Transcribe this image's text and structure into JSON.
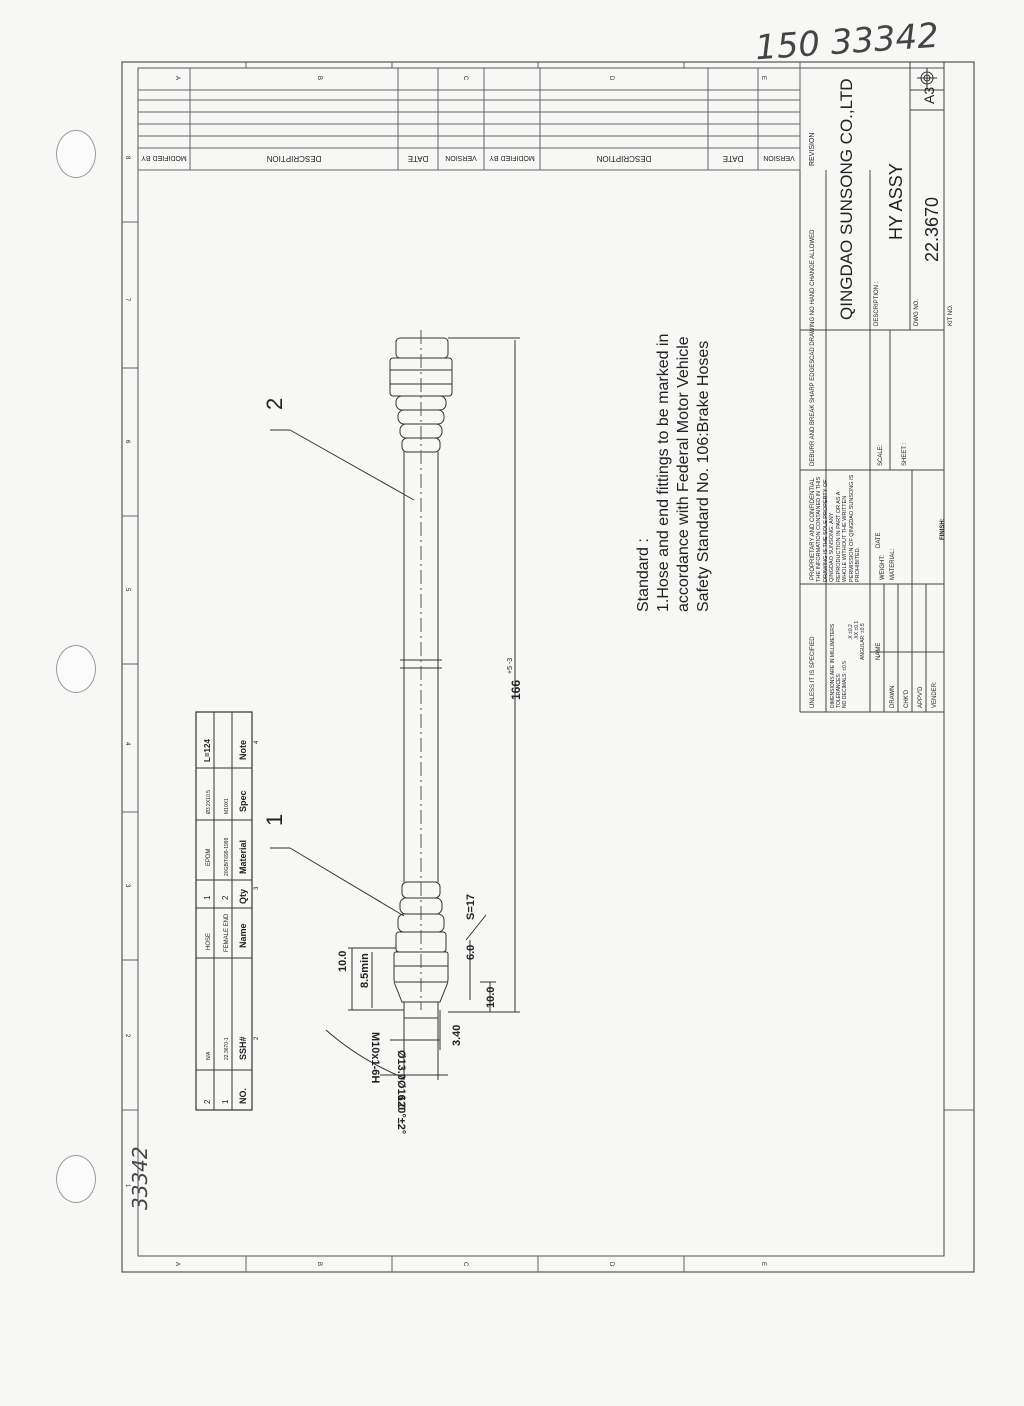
{
  "stamps": {
    "top_handwritten": "150  33342",
    "side_handwritten": "33342"
  },
  "revision_table": {
    "headers_left": [
      "MODIFIED BY",
      "DESCRIPTION",
      "DATE",
      "VERSION"
    ],
    "headers_right": [
      "MODIFIED BY",
      "DESCRIPTION",
      "DATE",
      "VERSION"
    ],
    "zone_letters": [
      "A",
      "B",
      "C",
      "D",
      "E"
    ],
    "zone_numbers": [
      "1",
      "2",
      "3",
      "4",
      "5",
      "6",
      "7",
      "8"
    ]
  },
  "notes": {
    "line1": "Standard :",
    "line2": "1.Hose and end fittings to be marked in",
    "line3": "accordance with Federal Motor Vehicle",
    "line4": "Safety Standard No. 106:Brake Hoses"
  },
  "dimensions": {
    "length": "166",
    "length_tol": "+5 -3",
    "d1": "10.0",
    "d2": "8.5min",
    "d3": "6.0",
    "d4": "10.0",
    "d5": "3.40",
    "hex": "S=17",
    "thread": "M10x1-6H",
    "dia1": "Ø13.0",
    "dia2": "Ø16.0",
    "angle": "120°±2°"
  },
  "balloons": {
    "b1": "1",
    "b2": "2"
  },
  "bom": {
    "headers": [
      "NO.",
      "SSH#",
      "Name",
      "Qty",
      "Material",
      "Spec",
      "Note"
    ],
    "rows": [
      [
        "1",
        "22.3670-1",
        "FEMALE END",
        "2",
        "20GB/T699-1999",
        "M10X1",
        ""
      ],
      [
        "2",
        "N/A",
        "HOSE",
        "1",
        "EPDM",
        "Ø3.2X10.5",
        "L=124"
      ]
    ],
    "col_numbers": [
      "2",
      "3",
      "4"
    ]
  },
  "title_block": {
    "company": "QINGDAO SUNSONG CO.,LTD",
    "cad_note": "CAD DRAWING NO HAND CHANGE ALLOWED",
    "revision": "REVISION",
    "description_label": "DESCRIPTION :",
    "description": "HY ASSY",
    "dwg_label": "DWG NO.",
    "dwg_no": "22.3670",
    "kit_label": "KIT NO.",
    "size": "A3",
    "deburr": "DEBURR AND BREAK SHARP EDGES",
    "scale": "SCALE:",
    "sheet": "SHEET :",
    "proprietary": "PROPRIETARY AND CONFIDENTIAL",
    "info": "THE INFORMATION CONTAINED IN THIS DRAWING IS THE SOLE PROPERTY OF QINGDAO SUNSONG. ANY REPRODUCTION IN PART OR AS A WHOLE WITHOUT THE WRITTEN PERMISSION OF QINGDAO SUNSONG IS PROHIBITED.",
    "unless": "UNLESS IT IS SPECIFIED",
    "tol1": "DIMENSIONS ARE IN MILLIMETERS",
    "tol2": "TOLERANCES:",
    "tol3": "NO DECIMALS: ±0.5",
    "tol4": ".X ±0.2",
    "tol5": ".XX ±0.1",
    "tol6": "ANGULAR: ±0.5",
    "weight": "WEIGHT:",
    "material": "MATERIAL:",
    "finish": "FINISH:",
    "name": "NAME",
    "date": "DATE",
    "drawn": "DRAWN",
    "chkd": "CHK'D",
    "appvd": "APPV'D",
    "vender": "VENDER:"
  }
}
